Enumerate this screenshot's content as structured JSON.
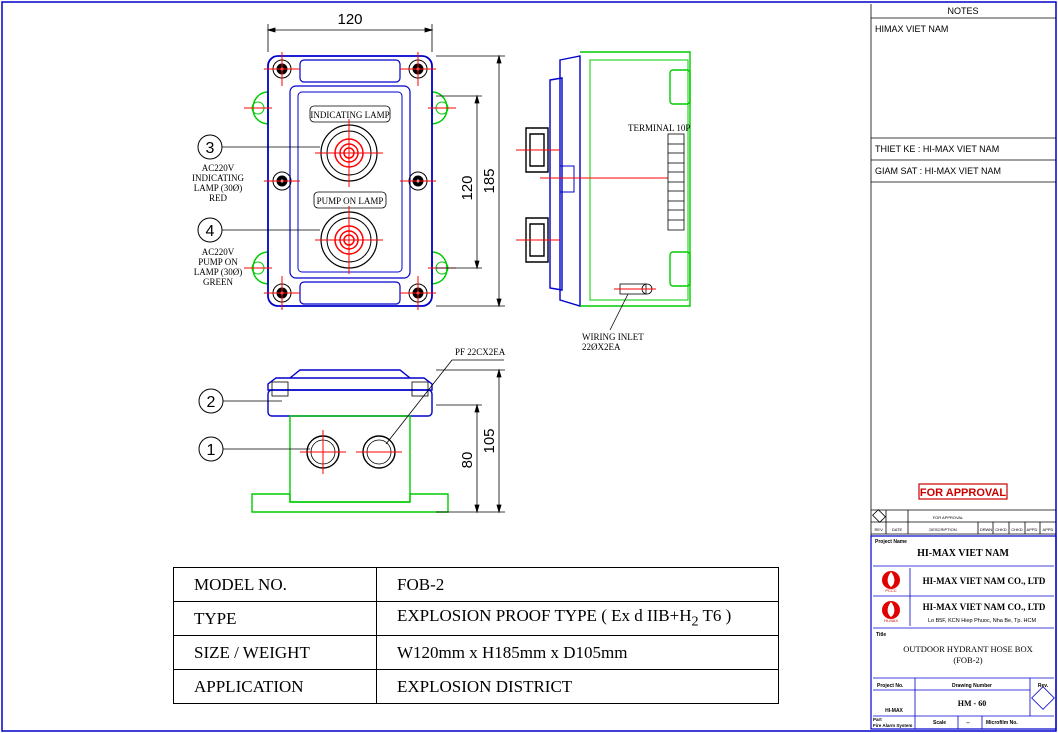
{
  "dimensions": {
    "width_top": "120",
    "height_front": "185",
    "height_inner": "120",
    "height_side": "105",
    "height_body": "80"
  },
  "front_labels": {
    "indicating_lamp": "INDICATING LAMP",
    "pump_on_lamp": "PUMP ON LAMP"
  },
  "callouts": [
    {
      "num": "3",
      "lines": [
        "AC220V",
        "INDICATING",
        "LAMP (30Ø)",
        "RED"
      ]
    },
    {
      "num": "4",
      "lines": [
        "AC220V",
        "PUMP ON",
        "LAMP (30Ø)",
        "GREEN"
      ]
    },
    {
      "num": "2"
    },
    {
      "num": "1"
    }
  ],
  "side_labels": {
    "terminal": "TERMINAL 10P",
    "wiring_inlet_1": "WIRING INLET",
    "wiring_inlet_2": "22ØX2EA"
  },
  "bottom_labels": {
    "pf": "PF 22CX2EA"
  },
  "spec_table": [
    {
      "key": "MODEL NO.",
      "value": "FOB-2"
    },
    {
      "key": "TYPE",
      "value": "EXPLOSION PROOF TYPE ( Ex d IIB+H",
      "value_sub": "2",
      "value_tail": " T6 )"
    },
    {
      "key": "SIZE / WEIGHT",
      "value": "W120mm x H185mm x D105mm"
    },
    {
      "key": "APPLICATION",
      "value": "EXPLOSION DISTRICT"
    }
  ],
  "title_block": {
    "notes_header": "NOTES",
    "notes_text": "HIMAX VIET NAM",
    "designer": "THIET KE : HI-MAX VIET NAM",
    "supervisor": "GIAM SAT : HI-MAX VIET NAM",
    "stamp": "FOR APPROVAL",
    "rev_row_text": "FOR APPROVAL",
    "rev_headers": [
      "REV.",
      "DATE",
      "DESCRIPTION",
      "DRWN",
      "CHKD",
      "CHKD",
      "APPD",
      "APPD"
    ],
    "project_label": "Project Name",
    "project_name": "HI-MAX VIET NAM",
    "company_1": "HI-MAX VIET NAM CO., LTD",
    "company_2": "HI-MAX VIET NAM CO., LTD",
    "company_address": "Lo B5F, KCN Hiep Phuoc, Nha Be, Tp. HCM",
    "logo_text_1": "PCCC",
    "logo_text_2": "HI-MAX",
    "title_label": "Title",
    "title_1": "OUTDOOR HYDRANT HOSE BOX",
    "title_2": "(FOB-2)",
    "project_no_label": "Project No.",
    "drawing_no_label": "Drawing Number",
    "rev_label": "Rev.",
    "drawing_number": "HM - 60",
    "project_no": "HI-MAX",
    "part_label": "Part",
    "part_value": "Fire Alarm System",
    "scale_label": "Scale",
    "scale_value": "--",
    "microfilm_label": "Microfilm No."
  },
  "colors": {
    "blue": "#0000cc",
    "green": "#00cc00",
    "red": "#ff0000",
    "stamp": "#cc0000"
  }
}
